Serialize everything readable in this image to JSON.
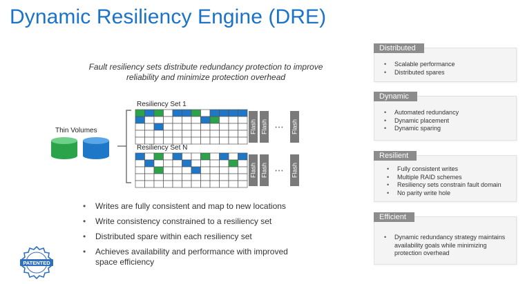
{
  "title": "Dynamic Resiliency Engine (DRE)",
  "subtitle": "Fault resiliency sets distribute redundancy protection to improve reliability and minimize protection overhead",
  "diagram": {
    "thin_volumes_label": "Thin Volumes",
    "volume_colors": [
      "#2aa34a",
      "#1f77c8"
    ],
    "sets": [
      {
        "label": "Resiliency Set 1",
        "grid": [
          "GBGWBBGWBBBB",
          "BWWWWWWBGWWW",
          "WWBWWWWWWWWW",
          "WWWWWWWWWWWW",
          "WWWWWWWWWWWW"
        ]
      },
      {
        "label": "Resiliency Set N",
        "grid": [
          "BWGWBWWGWBWB",
          "WBWWWBWWWWGW",
          "WWGWWWBWWWWW",
          "WWWWWWWWWWWW",
          "WWWWWWWWWWWW"
        ]
      }
    ],
    "flash_label": "Flash",
    "ellipsis": "• • •",
    "colors": {
      "green": "#2aa34a",
      "blue": "#1f77c8",
      "white": "#ffffff",
      "flash": "#7a7a7a"
    }
  },
  "bullets": [
    "Writes are fully consistent and map to new locations",
    "Write consistency constrained to a resiliency set",
    "Distributed spare within each resiliency set",
    "Achieves availability and performance with improved space efficiency"
  ],
  "badge": {
    "text": "PATENTED",
    "color": "#2f6fbf"
  },
  "cards": [
    {
      "title": "Distributed",
      "items": [
        "Scalable performance",
        "Distributed spares"
      ]
    },
    {
      "title": "Dynamic",
      "items": [
        "Automated redundancy",
        "Dynamic placement",
        "Dynamic sparing"
      ]
    },
    {
      "title": "Resilient",
      "items": [
        "Fully consistent writes",
        "Multiple RAID schemes",
        "Resiliency sets constrain fault domain",
        "No parity write hole"
      ]
    },
    {
      "title": "Efficient",
      "paragraph": "Dynamic redundancy strategy maintains availability goals while minimizing protection overhead"
    }
  ]
}
